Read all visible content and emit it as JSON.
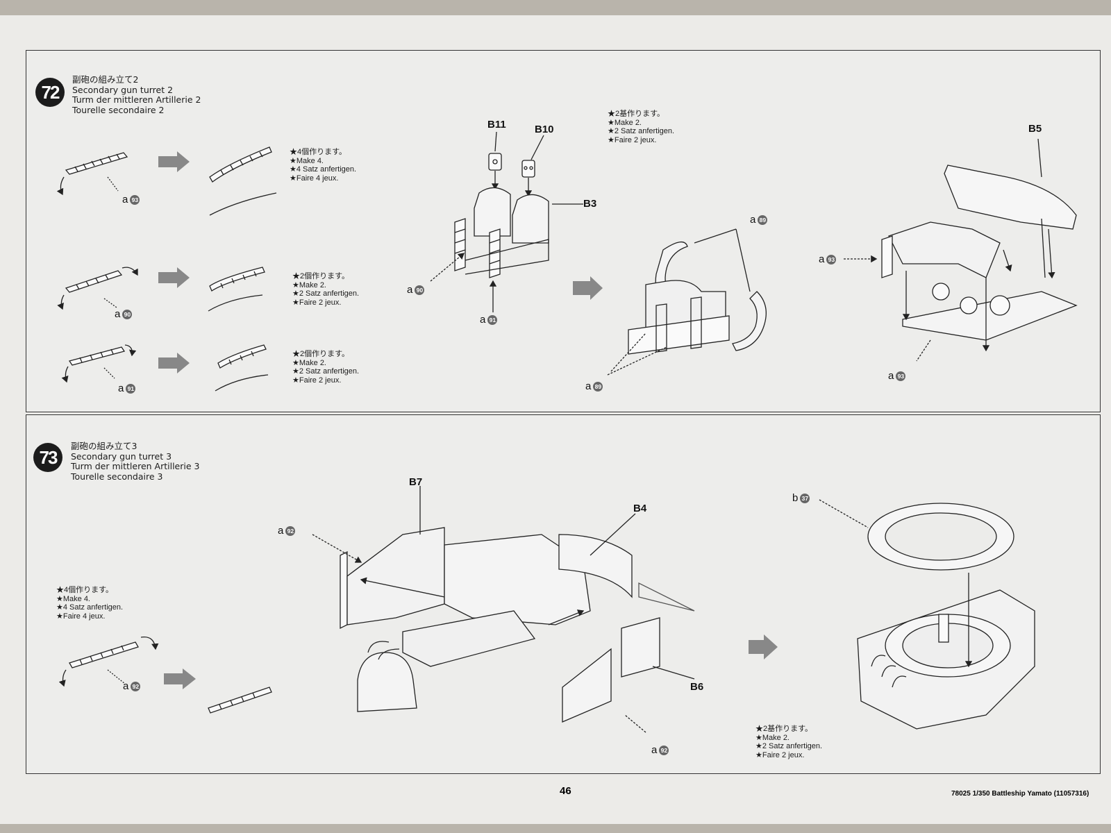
{
  "step72": {
    "number": "72",
    "title_ja": "副砲の組み立て2",
    "title_en": "Secondary gun turret 2",
    "title_de": "Turm der mittleren Artillerie 2",
    "title_fr": "Tourelle secondaire 2",
    "notes": {
      "make4": [
        "★4個作ります。",
        "★Make 4.",
        "★4 Satz anfertigen.",
        "★Faire 4 jeux."
      ],
      "make2a": [
        "★2個作ります。",
        "★Make 2.",
        "★2 Satz anfertigen.",
        "★Faire 2 jeux."
      ],
      "make2b": [
        "★2個作ります。",
        "★Make 2.",
        "★2 Satz anfertigen.",
        "★Faire 2 jeux."
      ],
      "make2turret": [
        "★2基作ります。",
        "★Make 2.",
        "★2 Satz anfertigen.",
        "★Faire 2 jeux."
      ]
    },
    "labels": {
      "b11": "B11",
      "b10": "B10",
      "b3": "B3",
      "b5": "B5"
    },
    "refs": {
      "r1": {
        "letter": "a",
        "num": "93"
      },
      "r2": {
        "letter": "a",
        "num": "90"
      },
      "r3": {
        "letter": "a",
        "num": "91"
      },
      "r4": {
        "letter": "a",
        "num": "90"
      },
      "r5": {
        "letter": "a",
        "num": "91"
      },
      "r6": {
        "letter": "a",
        "num": "89"
      },
      "r7": {
        "letter": "a",
        "num": "89"
      },
      "r8": {
        "letter": "a",
        "num": "93"
      },
      "r9": {
        "letter": "a",
        "num": "93"
      }
    }
  },
  "step73": {
    "number": "73",
    "title_ja": "副砲の組み立て3",
    "title_en": "Secondary gun turret 3",
    "title_de": "Turm der mittleren Artillerie 3",
    "title_fr": "Tourelle secondaire 3",
    "notes": {
      "make4": [
        "★4個作ります。",
        "★Make 4.",
        "★4 Satz anfertigen.",
        "★Faire 4 jeux."
      ],
      "make2turret": [
        "★2基作ります。",
        "★Make 2.",
        "★2 Satz anfertigen.",
        "★Faire 2 jeux."
      ]
    },
    "labels": {
      "b7": "B7",
      "b4": "B4",
      "b6": "B6"
    },
    "refs": {
      "r1": {
        "letter": "a",
        "num": "92"
      },
      "r2": {
        "letter": "a",
        "num": "92"
      },
      "r3": {
        "letter": "a",
        "num": "92"
      },
      "r4": {
        "letter": "b",
        "num": "37"
      }
    }
  },
  "footer": {
    "page_number": "46",
    "product": "78025 1/350 Battleship Yamato (11057316)"
  }
}
